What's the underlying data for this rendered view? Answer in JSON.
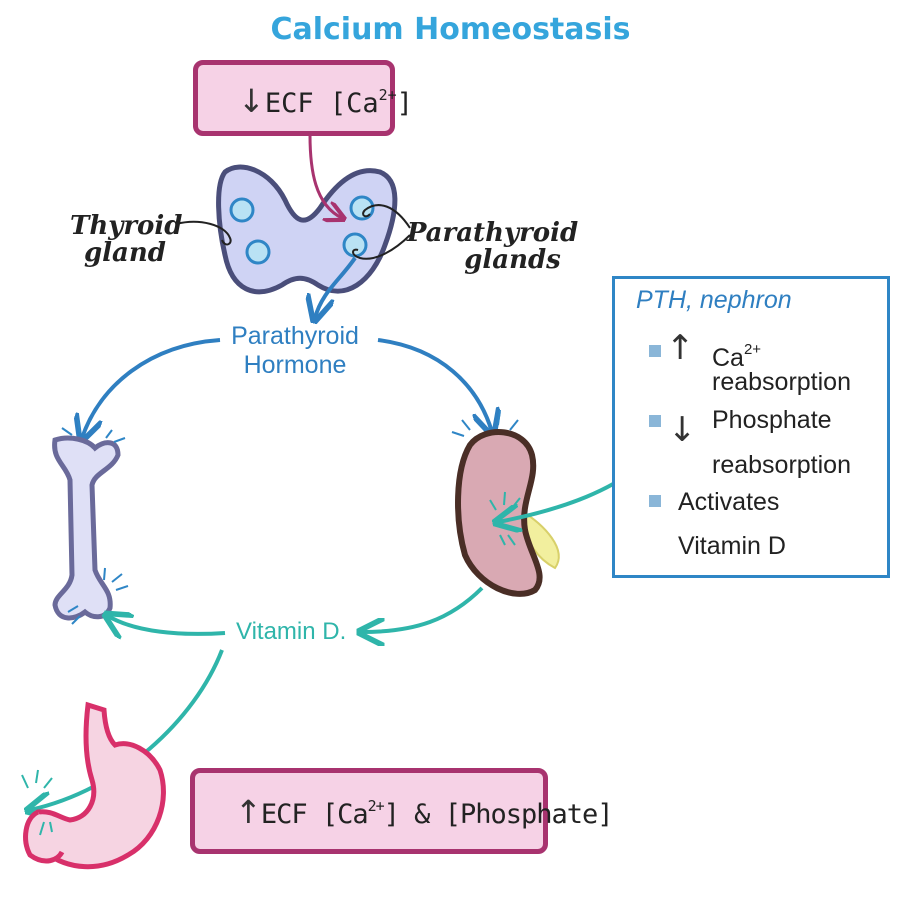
{
  "title": "Calcium Homeostasis",
  "top_box": {
    "arrow": "↓",
    "label": "ECF [Ca",
    "sup": "2+",
    "close": "]"
  },
  "thyroid": {
    "label_line1": "Thyroid",
    "label_line2": "gland"
  },
  "parathyroid": {
    "label_line1": "Parathyroid",
    "label_line2": "glands"
  },
  "hormone": {
    "line1": "Parathyroid",
    "line2": "Hormone"
  },
  "vitamin_d": "Vitamin D.",
  "pth_panel": {
    "title": "PTH, nephron",
    "items": [
      {
        "arrow": "↑",
        "line1": "Ca",
        "sup": "2+",
        "line2": "reabsorption"
      },
      {
        "arrow": "↓",
        "line1": "Phosphate",
        "line2": "reabsorption"
      },
      {
        "line1": "Activates",
        "line2": "Vitamin D"
      }
    ]
  },
  "bottom_box": {
    "arrow": "↑",
    "label": "ECF [Ca",
    "sup": "2+",
    "rest": "] & [Phosphate]"
  },
  "colors": {
    "blue": "#2f7fc1",
    "teal": "#2fb5aa",
    "magenta": "#a8336f",
    "pink_fill": "#f6d2e6",
    "title": "#35a5dc"
  }
}
